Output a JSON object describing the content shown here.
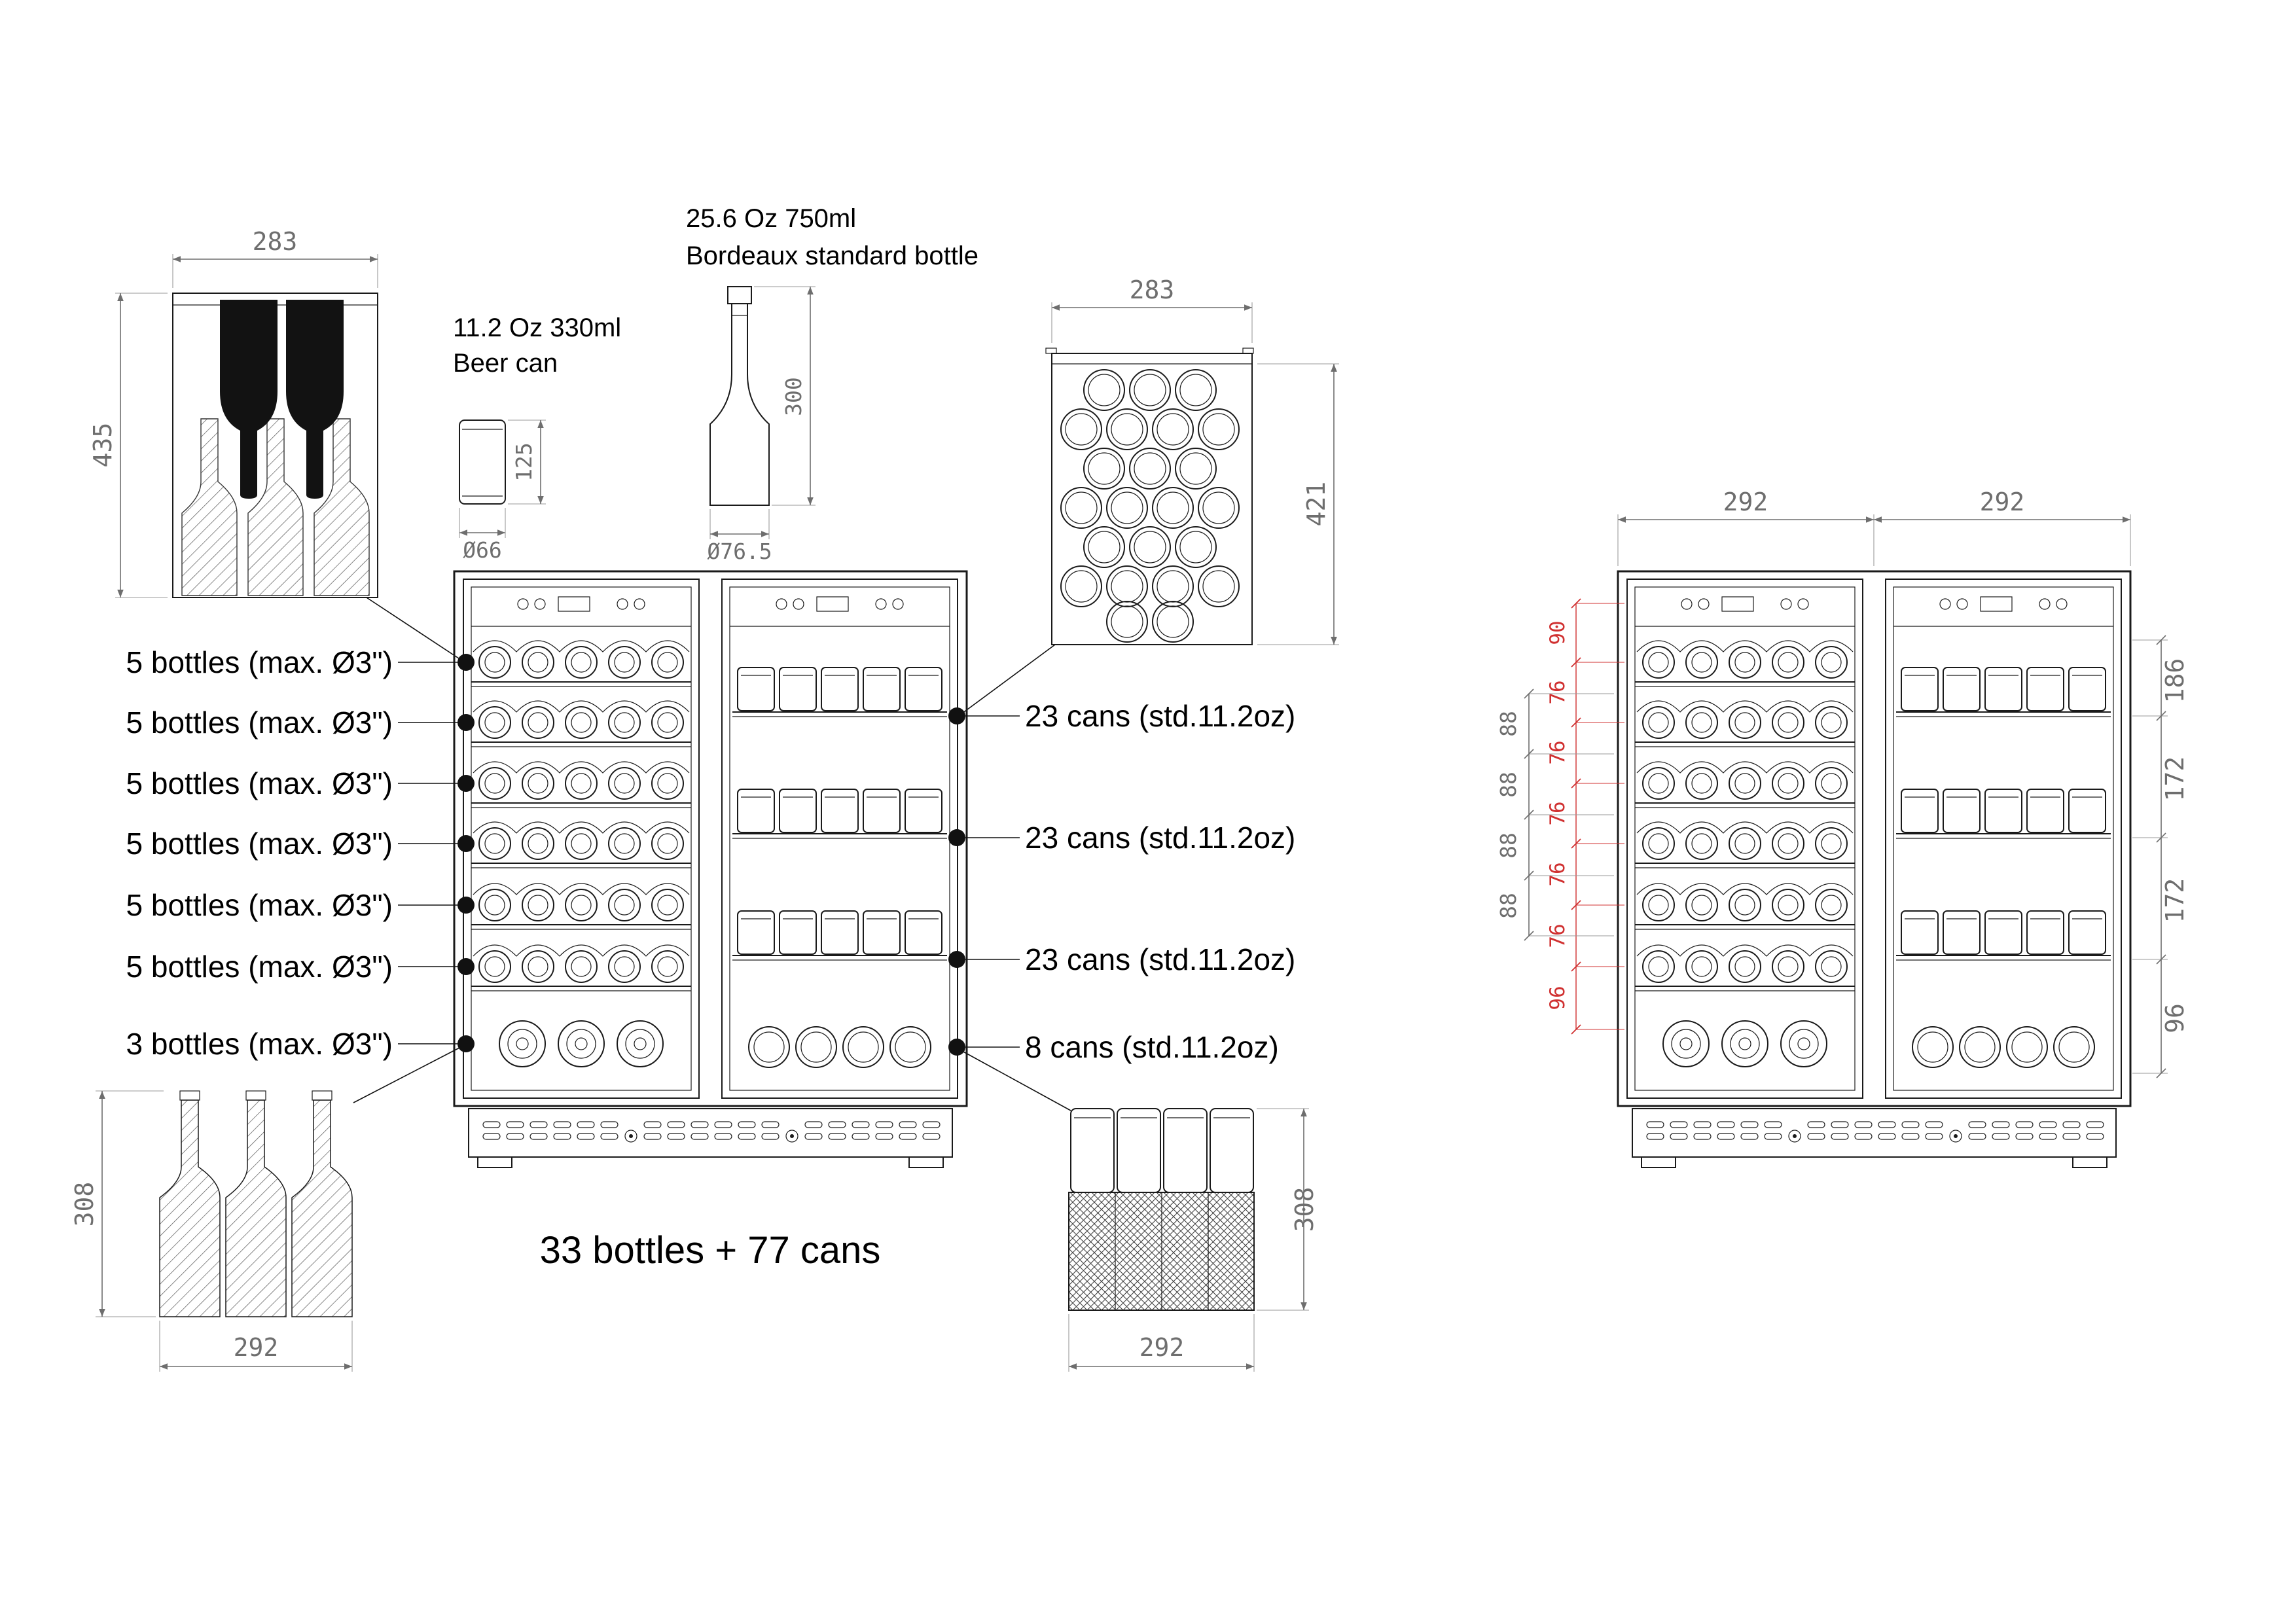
{
  "top_left_detail": {
    "width": "283",
    "height": "435"
  },
  "beer_can": {
    "title1": "11.2 Oz 330ml",
    "title2": "Beer can",
    "height": "125",
    "diameter": "Ø66"
  },
  "bordeaux": {
    "title1": "25.6 Oz 750ml",
    "title2": "Bordeaux standard bottle",
    "height": "300",
    "diameter": "Ø76.5"
  },
  "top_right_detail": {
    "width": "283",
    "height": "421"
  },
  "main_unit": {
    "left_shelf_labels": [
      "5 bottles (max. Ø3\")",
      "5 bottles (max. Ø3\")",
      "5 bottles (max. Ø3\")",
      "5 bottles (max. Ø3\")",
      "5 bottles (max. Ø3\")",
      "5 bottles (max. Ø3\")",
      "3 bottles (max. Ø3\")"
    ],
    "right_shelf_labels": [
      "23 cans (std.11.2oz)",
      "23 cans (std.11.2oz)",
      "23 cans (std.11.2oz)",
      "8 cans (std.11.2oz)"
    ],
    "total": "33 bottles + 77 cans"
  },
  "bottom_left_detail": {
    "height": "308",
    "width": "292"
  },
  "bottom_right_detail": {
    "height": "308",
    "width": "292"
  },
  "right_unit": {
    "top_widths": [
      "292",
      "292"
    ],
    "red_chain": [
      "90",
      "76",
      "76",
      "76",
      "76",
      "76",
      "96"
    ],
    "left_black_chain": [
      "88",
      "88",
      "88",
      "88"
    ],
    "right_chain": [
      "186",
      "172",
      "172",
      "96"
    ]
  },
  "colors": {
    "line": "#1a1a1a",
    "dim": "#6e6e6e",
    "accent_red": "#d03030"
  }
}
